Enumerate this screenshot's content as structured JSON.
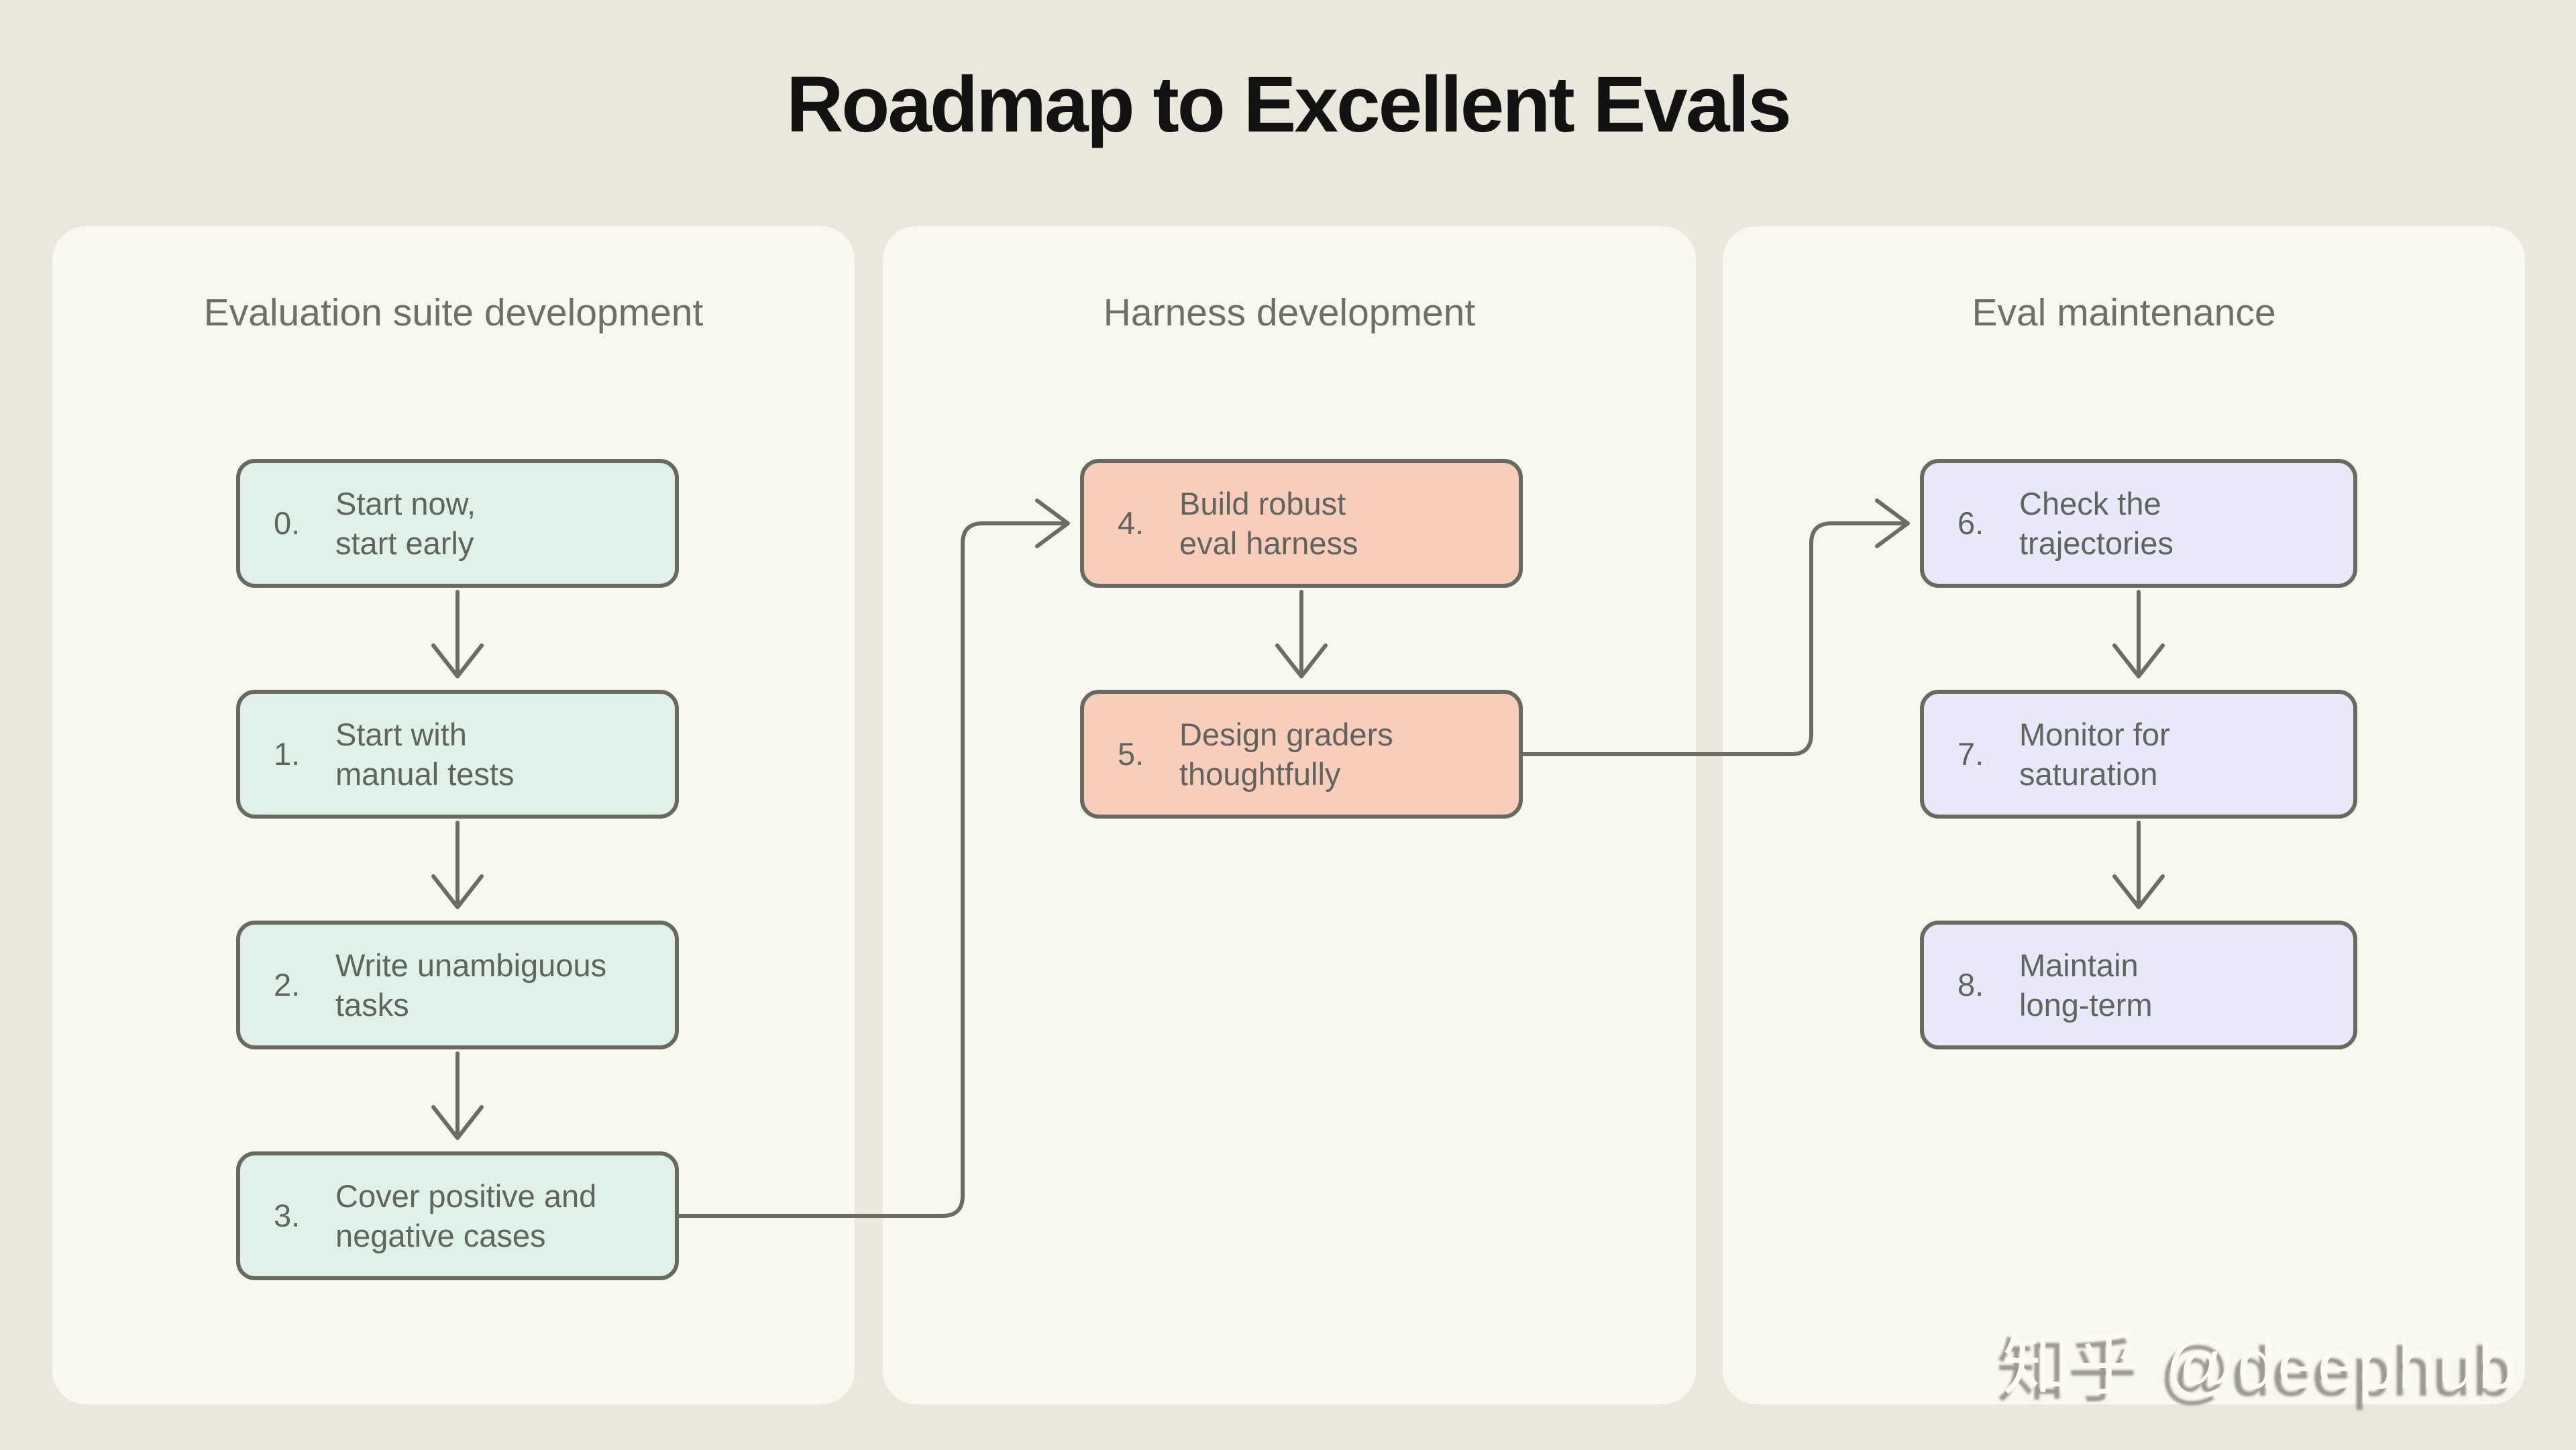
{
  "title": "Roadmap to Excellent Evals",
  "watermark": "知乎 @deephub",
  "colors": {
    "page_bg": "#eae8dc",
    "panel_bg": "#f8f7f0",
    "mint_box": "#e0f1e9",
    "salmon_box": "#f8cdbb",
    "lavender_box": "#e9e8f8",
    "box_border": "#686a60",
    "box_text": "#5f655e",
    "arrow": "#6b6c63",
    "header_text": "#6f6f67",
    "title_text": "#121212"
  },
  "columns": [
    {
      "header": "Evaluation suite development",
      "boxes": [
        {
          "number": "0.",
          "lines": [
            "Start now,",
            "start early"
          ]
        },
        {
          "number": "1.",
          "lines": [
            "Start with",
            "manual tests"
          ]
        },
        {
          "number": "2.",
          "lines": [
            "Write unambiguous",
            "tasks"
          ]
        },
        {
          "number": "3.",
          "lines": [
            "Cover positive and",
            "negative cases"
          ]
        }
      ]
    },
    {
      "header": "Harness development",
      "boxes": [
        {
          "number": "4.",
          "lines": [
            "Build robust",
            "eval harness"
          ]
        },
        {
          "number": "5.",
          "lines": [
            "Design graders",
            "thoughtfully"
          ]
        }
      ]
    },
    {
      "header": "Eval maintenance",
      "boxes": [
        {
          "number": "6.",
          "lines": [
            "Check the",
            "trajectories"
          ]
        },
        {
          "number": "7.",
          "lines": [
            "Monitor for",
            "saturation"
          ]
        },
        {
          "number": "8.",
          "lines": [
            "Maintain",
            "long-term"
          ]
        }
      ]
    }
  ],
  "flow": [
    "0→1",
    "1→2",
    "2→3",
    "3→4",
    "4→5",
    "5→6",
    "6→7",
    "7→8"
  ]
}
